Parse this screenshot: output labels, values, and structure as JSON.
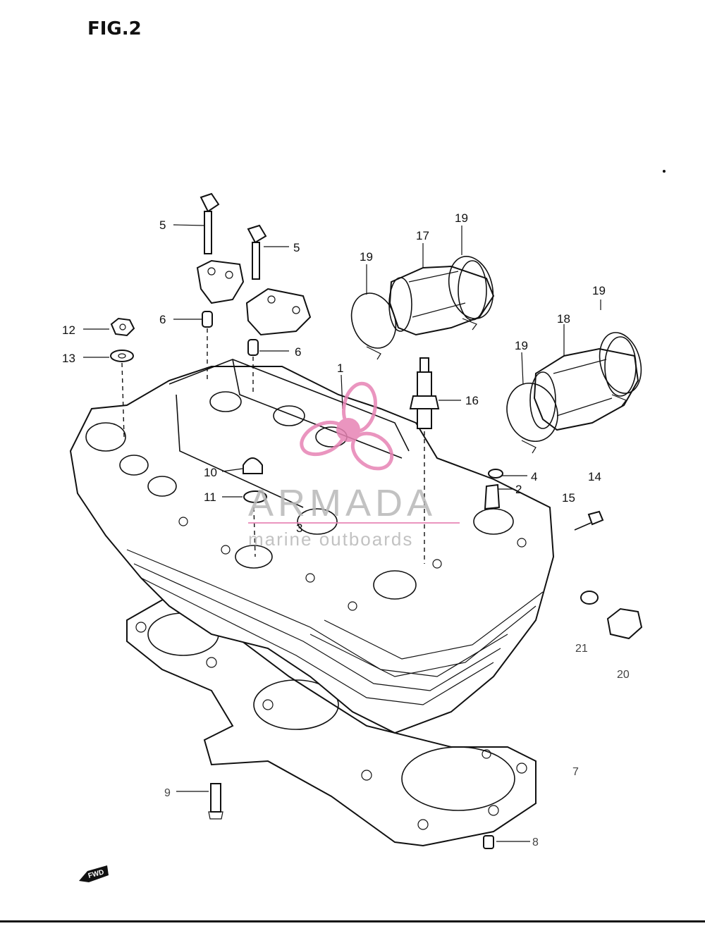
{
  "figure": {
    "title": "FIG.2",
    "fwd_badge": "FWD"
  },
  "callouts": [
    {
      "id": "c5a",
      "label": "5"
    },
    {
      "id": "c5b",
      "label": "5"
    },
    {
      "id": "c6a",
      "label": "6"
    },
    {
      "id": "c6b",
      "label": "6"
    },
    {
      "id": "c12",
      "label": "12"
    },
    {
      "id": "c13",
      "label": "13"
    },
    {
      "id": "c1",
      "label": "1"
    },
    {
      "id": "c19a",
      "label": "19"
    },
    {
      "id": "c17",
      "label": "17"
    },
    {
      "id": "c19b",
      "label": "19"
    },
    {
      "id": "c19c",
      "label": "19"
    },
    {
      "id": "c18",
      "label": "18"
    },
    {
      "id": "c19d",
      "label": "19"
    },
    {
      "id": "c16",
      "label": "16"
    },
    {
      "id": "c10",
      "label": "10"
    },
    {
      "id": "c11",
      "label": "11"
    },
    {
      "id": "c3",
      "label": "3"
    },
    {
      "id": "c4",
      "label": "4"
    },
    {
      "id": "c2",
      "label": "2"
    },
    {
      "id": "c14",
      "label": "14"
    },
    {
      "id": "c15",
      "label": "15"
    },
    {
      "id": "c21",
      "label": "21"
    },
    {
      "id": "c20",
      "label": "20"
    },
    {
      "id": "c7",
      "label": "7"
    },
    {
      "id": "c9",
      "label": "9"
    },
    {
      "id": "c8",
      "label": "8"
    }
  ],
  "watermark": {
    "name": "ARMADA",
    "tagline": "marine outboards",
    "colors": {
      "logo": "#e783b4",
      "text": "#b8b8b8"
    }
  },
  "colors": {
    "ink": "#111111",
    "paper": "#ffffff"
  }
}
